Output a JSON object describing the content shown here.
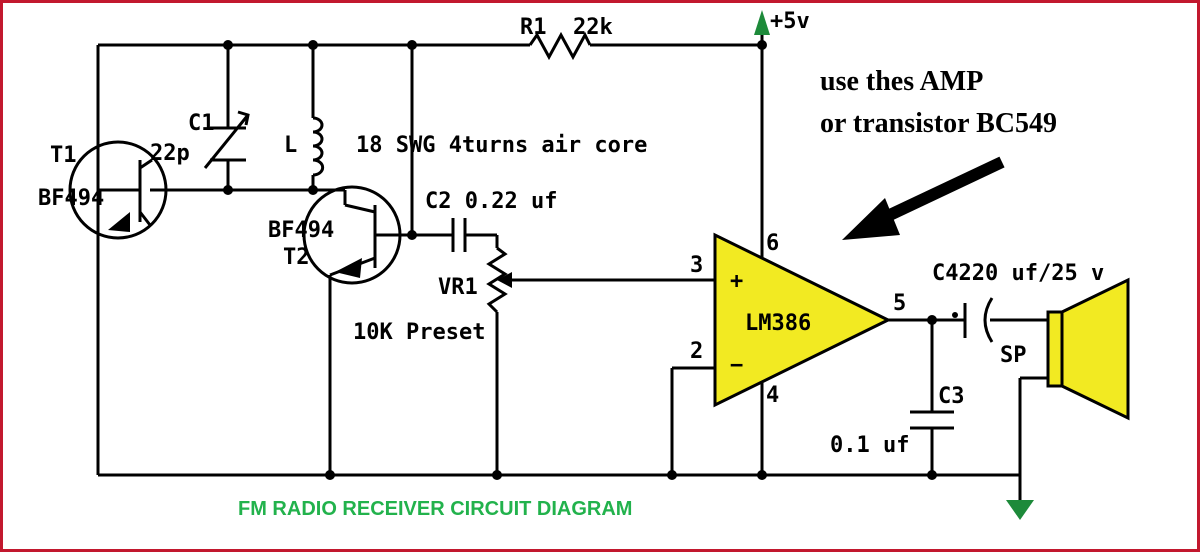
{
  "colors": {
    "border": "#c2182e",
    "amp_fill": "#f2ea22",
    "speaker_fill": "#f2ea22",
    "arrow_green": "#1d8a3a",
    "title_green": "#22b24c"
  },
  "title": "FM RADIO RECEIVER CIRCUIT DIAGRAM",
  "note": {
    "line1": "use thes AMP",
    "line2": "or transistor BC549"
  },
  "labels": {
    "r1": "R1",
    "r1_value": "22k",
    "supply": "+5v",
    "c1": "C1",
    "c1_value": "22p",
    "t1": "T1",
    "t1_type": "BF494",
    "inductor": "L",
    "inductor_desc": "18 SWG 4turns air core",
    "t2_type": "BF494",
    "t2": "T2",
    "c2": "C2 0.22 uf",
    "vr1": "VR1",
    "vr1_desc": "10K Preset",
    "amp": "LM386",
    "plus": "+",
    "minus": "−",
    "pin6": "6",
    "pin3": "3",
    "pin2": "2",
    "pin4": "4",
    "pin5": "5",
    "c4": "C4220 uf/25 v",
    "sp": "SP",
    "c3": "C3",
    "c3_value": "0.1 uf"
  },
  "icons": {
    "speaker": "speaker-icon",
    "ground": "ground-icon",
    "supply": "supply-arrow-icon"
  }
}
